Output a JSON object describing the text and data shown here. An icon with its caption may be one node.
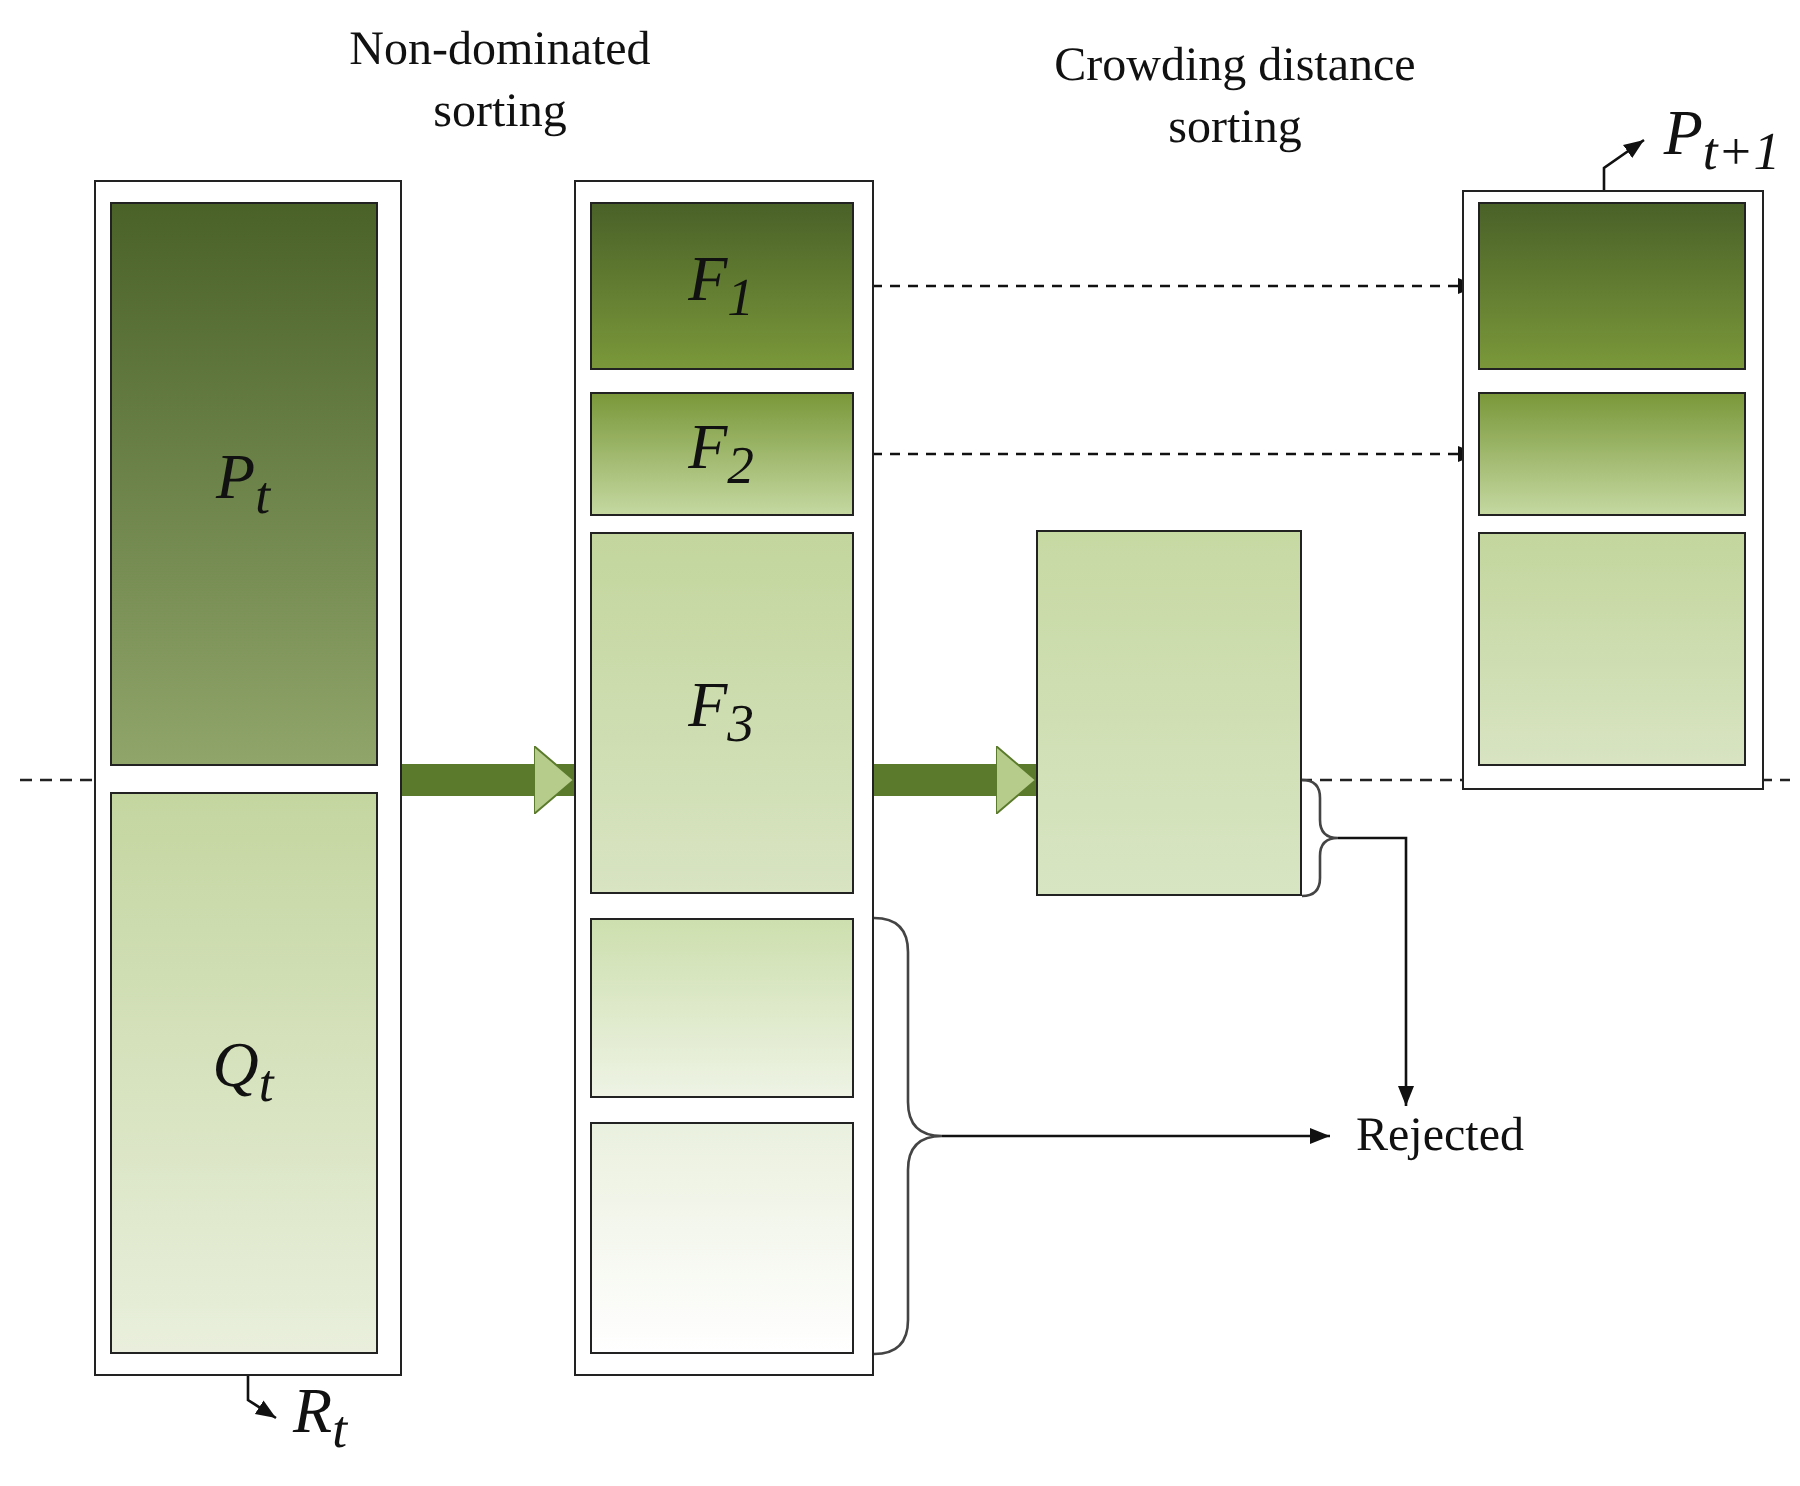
{
  "diagram": {
    "nodes": [
      {
        "text": [],
        "shape": "box"
      },
      {
        "text": [
          "P$_{t}$"
        ],
        "in": 0
      },
      {
        "text": [
          "Q$_{t}$"
        ],
        "in": 0
      },
      {
        "text": [
          "R$_{t}$"
        ]
      },
      {
        "text": [],
        "shape": "box"
      },
      {
        "text": [
          "F$_{1}$"
        ],
        "in": 4
      },
      {
        "text": [
          "F$_{2}$"
        ],
        "in": 4
      },
      {
        "text": [
          "F$_{3}$"
        ],
        "in": 4
      },
      {
        "text": [],
        "shape": "box",
        "in": 4
      },
      {
        "text": [],
        "shape": "box",
        "in": 4
      },
      {
        "text": [],
        "shape": "box"
      },
      {
        "text": [],
        "shape": "box"
      },
      {
        "text": [],
        "shape": "box",
        "in": 11
      },
      {
        "text": [],
        "shape": "box",
        "in": 11
      },
      {
        "text": [],
        "shape": "box",
        "in": 11
      },
      {
        "text": [
          "P$_{t+1}$"
        ]
      },
      {
        "text": [
          "Rejected"
        ]
      }
    ],
    "edges": [
      {
        "from": 0,
        "to": 3,
        "arrow": "to"
      },
      {
        "from": 0,
        "to": 4,
        "arrow": "to",
        "style": "thick",
        "color": "#5b7a2c"
      },
      {
        "from": 4,
        "to": 10,
        "arrow": "to",
        "style": "thick",
        "color": "#5b7a2c"
      },
      {
        "from": 5,
        "to": 12,
        "arrow": "to",
        "style": "dashed"
      },
      {
        "from": 6,
        "to": 13,
        "arrow": "to",
        "style": "dashed"
      },
      {
        "from": 10,
        "to": 16,
        "arrow": "to"
      },
      {
        "from": 8,
        "to": 16,
        "arrow": "to"
      },
      {
        "from": 9,
        "to": 16,
        "arrow": "to"
      },
      {
        "from": 11,
        "to": 15,
        "arrow": "to"
      }
    ],
    "labels": [
      "Non-dominated sorting",
      "Crowding distance sorting"
    ]
  }
}
